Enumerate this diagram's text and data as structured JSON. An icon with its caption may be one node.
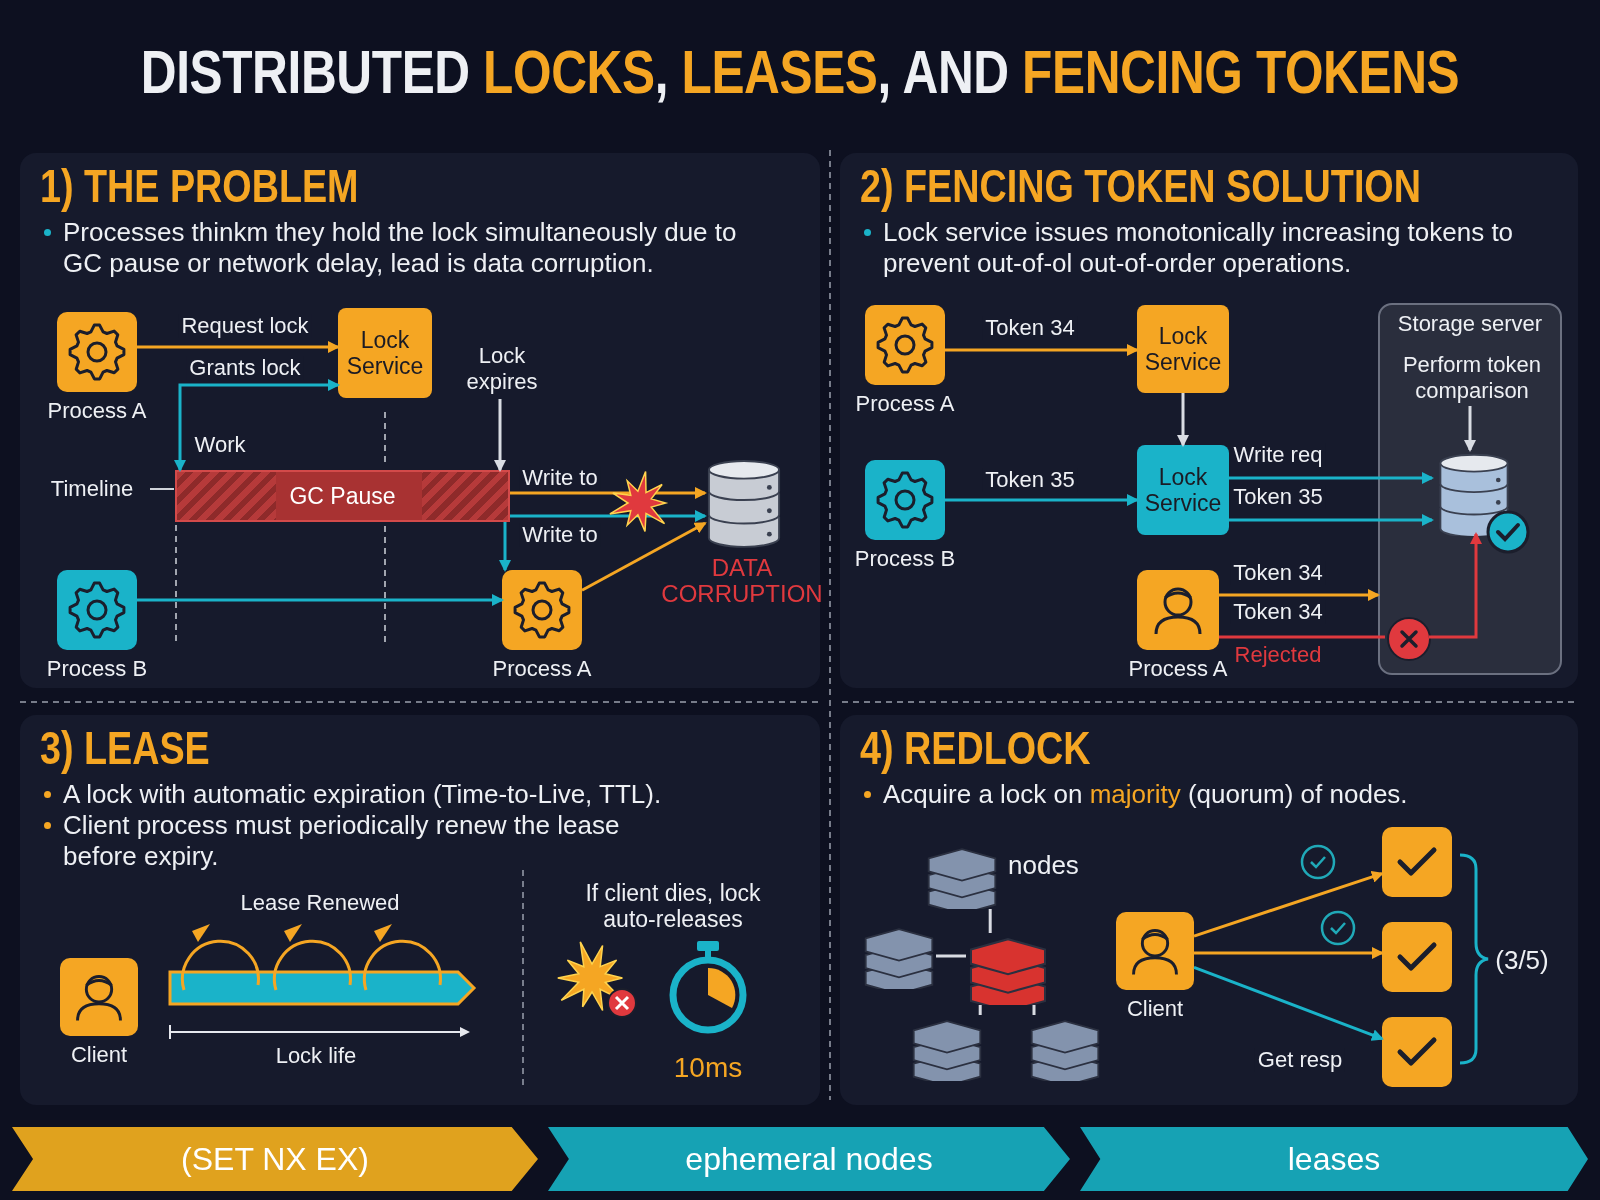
{
  "diagram": {
    "title": "DISTRIBUTED **LOCKS**, **LEASES**, AND **FENCING TOKENS**",
    "nodes": [
      {
        "text": [
          "1) THE PROBLEM",
          "Processes thinkm they hold the lock simultaneously due to GC pause or network delay, lead is data corruption."
        ]
      },
      {
        "text": [
          "Process A"
        ],
        "in": 0
      },
      {
        "text": [
          "Lock Service"
        ],
        "in": 0
      },
      {
        "text": [
          "Lock expires"
        ],
        "in": 0
      },
      {
        "text": [
          "GC Pause"
        ],
        "in": 0
      },
      {
        "text": [
          "Process B"
        ],
        "in": 0
      },
      {
        "text": [
          "Process A"
        ],
        "in": 0
      },
      {
        "text": [],
        "shape": "cylinder",
        "in": 0,
        "beside": [
          "DATA CORRUPTION"
        ]
      },
      {
        "text": [
          "2) FENCING TOKEN SOLUTION",
          "Lock service issues monotonically increasing tokens to prevent out-of-ol out-of-order operations."
        ]
      },
      {
        "text": [
          "Process A"
        ],
        "in": 8
      },
      {
        "text": [
          "Lock Service"
        ],
        "in": 8
      },
      {
        "text": [
          "Storage server"
        ],
        "in": 8
      },
      {
        "text": [
          "Perform token comparison"
        ],
        "in": 11
      },
      {
        "text": [
          "Process B"
        ],
        "in": 8
      },
      {
        "text": [
          "Lock Service"
        ],
        "in": 8
      },
      {
        "text": [],
        "shape": "cylinder",
        "in": 11
      },
      {
        "text": [
          "Process A"
        ],
        "in": 8
      },
      {
        "text": [],
        "shape": "circle",
        "in": 11
      },
      {
        "text": [
          "3) LEASE",
          "A lock with automatic expiration (Time-to-Live, TTL).",
          "Client process must periodically renew the lease before expiry."
        ]
      },
      {
        "text": [
          "Client"
        ],
        "in": 18
      },
      {
        "text": [
          "4) REDLOCK",
          "Acquire a lock on **majority** (quorum) of nodes."
        ]
      },
      {
        "text": [],
        "shape": "box",
        "in": 20,
        "beside": [
          "nodes"
        ]
      },
      {
        "text": [],
        "shape": "box",
        "in": 20
      },
      {
        "text": [],
        "shape": "box",
        "in": 20
      },
      {
        "text": [],
        "shape": "box",
        "in": 20
      },
      {
        "text": [],
        "shape": "box",
        "in": 20
      },
      {
        "text": [
          "Client"
        ],
        "in": 20
      },
      {
        "text": [],
        "shape": "box",
        "in": 20
      },
      {
        "text": [],
        "shape": "box",
        "in": 20
      },
      {
        "text": [],
        "shape": "box",
        "in": 20
      },
      {
        "text": [
          "(SET NX EX)"
        ]
      },
      {
        "text": [
          "ephemeral nodes"
        ]
      },
      {
        "text": [
          "leases"
        ]
      }
    ],
    "edges": [
      {
        "from": 1,
        "to": 2,
        "arrow": "to",
        "label": "Request lock",
        "color": "#f5a623"
      },
      {
        "from": 2,
        "to": 4,
        "arrow": "both",
        "label": "Grants lock",
        "color": "#1ab3c9"
      },
      {
        "from": 3,
        "to": 4,
        "arrow": "to",
        "color": "#d9dce3"
      },
      {
        "from": 4,
        "to": 7,
        "arrow": "to",
        "label": "Write to",
        "color": "#f5a623"
      },
      {
        "from": 4,
        "to": 7,
        "arrow": "to",
        "label": "Write to",
        "color": "#1ab3c9"
      },
      {
        "from": 4,
        "to": 6,
        "arrow": "to",
        "color": "#1ab3c9"
      },
      {
        "from": 5,
        "to": 6,
        "arrow": "to",
        "color": "#1ab3c9"
      },
      {
        "from": 6,
        "to": 7,
        "arrow": "to",
        "color": "#f5a623"
      },
      {
        "from": 9,
        "to": 10,
        "arrow": "to",
        "label": "Token 34",
        "color": "#f5a623"
      },
      {
        "from": 10,
        "to": 14,
        "arrow": "to",
        "color": "#d9dce3"
      },
      {
        "from": 13,
        "to": 14,
        "arrow": "to",
        "label": "Token 35",
        "color": "#1ab3c9"
      },
      {
        "from": 14,
        "to": 15,
        "arrow": "to",
        "label": "Write req",
        "color": "#1ab3c9"
      },
      {
        "from": 14,
        "to": 15,
        "arrow": "to",
        "label": "Token 35",
        "color": "#1ab3c9"
      },
      {
        "from": 16,
        "to": 11,
        "arrow": "to",
        "label": "Token 34",
        "color": "#f5a623"
      },
      {
        "from": 16,
        "to": 17,
        "arrow": "none",
        "label": "Token 34",
        "color": "#e0393e"
      },
      {
        "from": 17,
        "to": 15,
        "arrow": "to",
        "color": "#e0393e"
      },
      {
        "from": 12,
        "to": 15,
        "arrow": "to",
        "color": "#d9dce3"
      },
      {
        "from": 23,
        "to": 21,
        "arrow": "none",
        "color": "#d9dce3"
      },
      {
        "from": 23,
        "to": 22,
        "arrow": "none",
        "color": "#d9dce3"
      },
      {
        "from": 23,
        "to": 24,
        "arrow": "none",
        "color": "#d9dce3"
      },
      {
        "from": 23,
        "to": 25,
        "arrow": "none",
        "color": "#d9dce3"
      },
      {
        "from": 26,
        "to": 27,
        "arrow": "to",
        "color": "#f5a623"
      },
      {
        "from": 26,
        "to": 28,
        "arrow": "to",
        "color": "#f5a623"
      },
      {
        "from": 26,
        "to": 29,
        "arrow": "to",
        "label": "Get resp",
        "color": "#1ab3c9"
      }
    ],
    "labels": [
      "Work",
      "Timeline",
      "Rejected",
      "Lease Renewed",
      "If client dies, lock auto-releases",
      "Lock life",
      "10ms",
      "(3/5)"
    ]
  }
}
